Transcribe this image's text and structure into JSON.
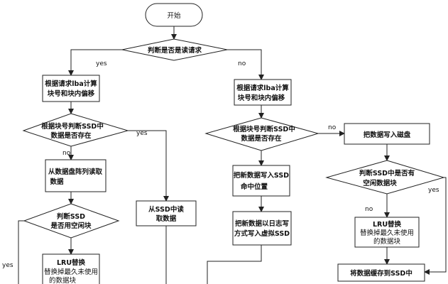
{
  "nodes": {
    "start": "开始",
    "read_check": "判断是否是读请求",
    "left_calc_1": "根据请求lba计算",
    "left_calc_2": "块号和块内偏移",
    "left_ssd_check_1": "根据块号判断SSD中",
    "left_ssd_check_2": "数据是否存在",
    "read_disk_1": "从数据盘阵列读取",
    "read_disk_2": "数据",
    "read_ssd_1": "从SSD中读",
    "read_ssd_2": "取数据",
    "free_check_1": "判断SSD",
    "free_check_2": "是否用空闲块",
    "lru_left_1": "LRU替换",
    "lru_left_2": "替换掉最久未使用",
    "lru_left_3": "的数据块",
    "right_calc_1": "根据请求lba计算",
    "right_calc_2": "块号和块内偏移",
    "right_ssd_check_1": "根据块号判断SSD中",
    "right_ssd_check_2": "数据是否存在",
    "write_disk": "把数据写入磁盘",
    "write_ssd_1": "把新数据写入SSD",
    "write_ssd_2": "命中位置",
    "write_log_1": "把新数据以日志写",
    "write_log_2": "方式写入虚拟SSD",
    "free_check_r_1": "判断SSD中是否有",
    "free_check_r_2": "空闲数据块",
    "lru_right_1": "LRU替换",
    "lru_right_2": "替换掉最久未使用",
    "lru_right_3": "的数据块",
    "cache_ssd": "将数据缓存到SSD中"
  },
  "edge_labels": {
    "yes_read": "yes",
    "no_read": "no",
    "yes_left_exist": "yes",
    "no_left_exist": "no",
    "yes_free_left": "yes",
    "no_right_exist": "no",
    "yes_free_right": "yes",
    "no_free_right": "no"
  }
}
